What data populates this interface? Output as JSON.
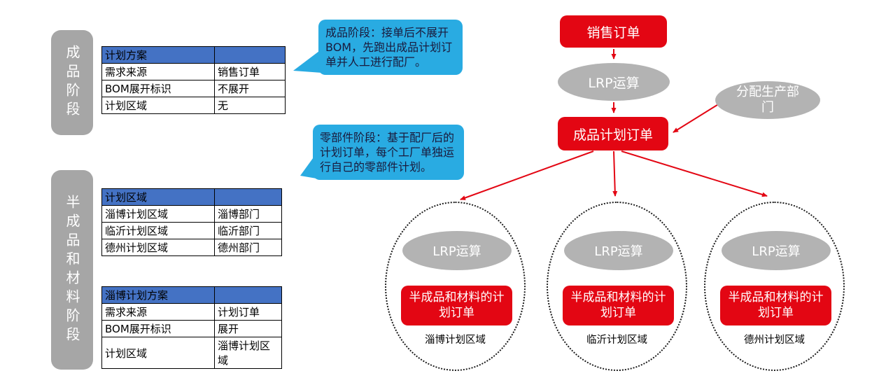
{
  "colors": {
    "accent_red": "#e30613",
    "node_gray": "#b3b3b3",
    "stage_gray": "#a6a6a6",
    "table_header_blue": "#4472c4",
    "callout_blue": "#29abe2"
  },
  "stages": [
    {
      "label": "成品阶段"
    },
    {
      "label": "半成品和材料阶段"
    }
  ],
  "tables": [
    {
      "header": "计划方案",
      "rows": [
        [
          "需求来源",
          "销售订单"
        ],
        [
          "BOM展开标识",
          "不展开"
        ],
        [
          "计划区域",
          "无"
        ]
      ]
    },
    {
      "header": "计划区域",
      "rows": [
        [
          "淄博计划区域",
          "淄博部门"
        ],
        [
          "临沂计划区域",
          "临沂部门"
        ],
        [
          "德州计划区域",
          "德州部门"
        ]
      ]
    },
    {
      "header": "淄博计划方案",
      "rows": [
        [
          "需求来源",
          "计划订单"
        ],
        [
          "BOM展开标识",
          "展开"
        ],
        [
          "计划区域",
          "淄博计划区域"
        ]
      ]
    }
  ],
  "callouts": [
    {
      "text": "成品阶段：接单后不展开BOM，先跑出成品计划订单并人工进行配厂。"
    },
    {
      "text": "零部件阶段：基于配厂后的计划订单，每个工厂单独运行自己的零部件计划。"
    }
  ],
  "flow": {
    "sales_order": "销售订单",
    "lrp_label": "LRP运算",
    "finished_plan_order": "成品计划订单",
    "assign_dept": "分配生产部门",
    "groups": [
      {
        "lrp": "LRP运算",
        "order": "半成品和材料的计划订单",
        "region": "淄博计划区域"
      },
      {
        "lrp": "LRP运算",
        "order": "半成品和材料的计划订单",
        "region": "临沂计划区域"
      },
      {
        "lrp": "LRP运算",
        "order": "半成品和材料的计划订单",
        "region": "德州计划区域"
      }
    ]
  }
}
